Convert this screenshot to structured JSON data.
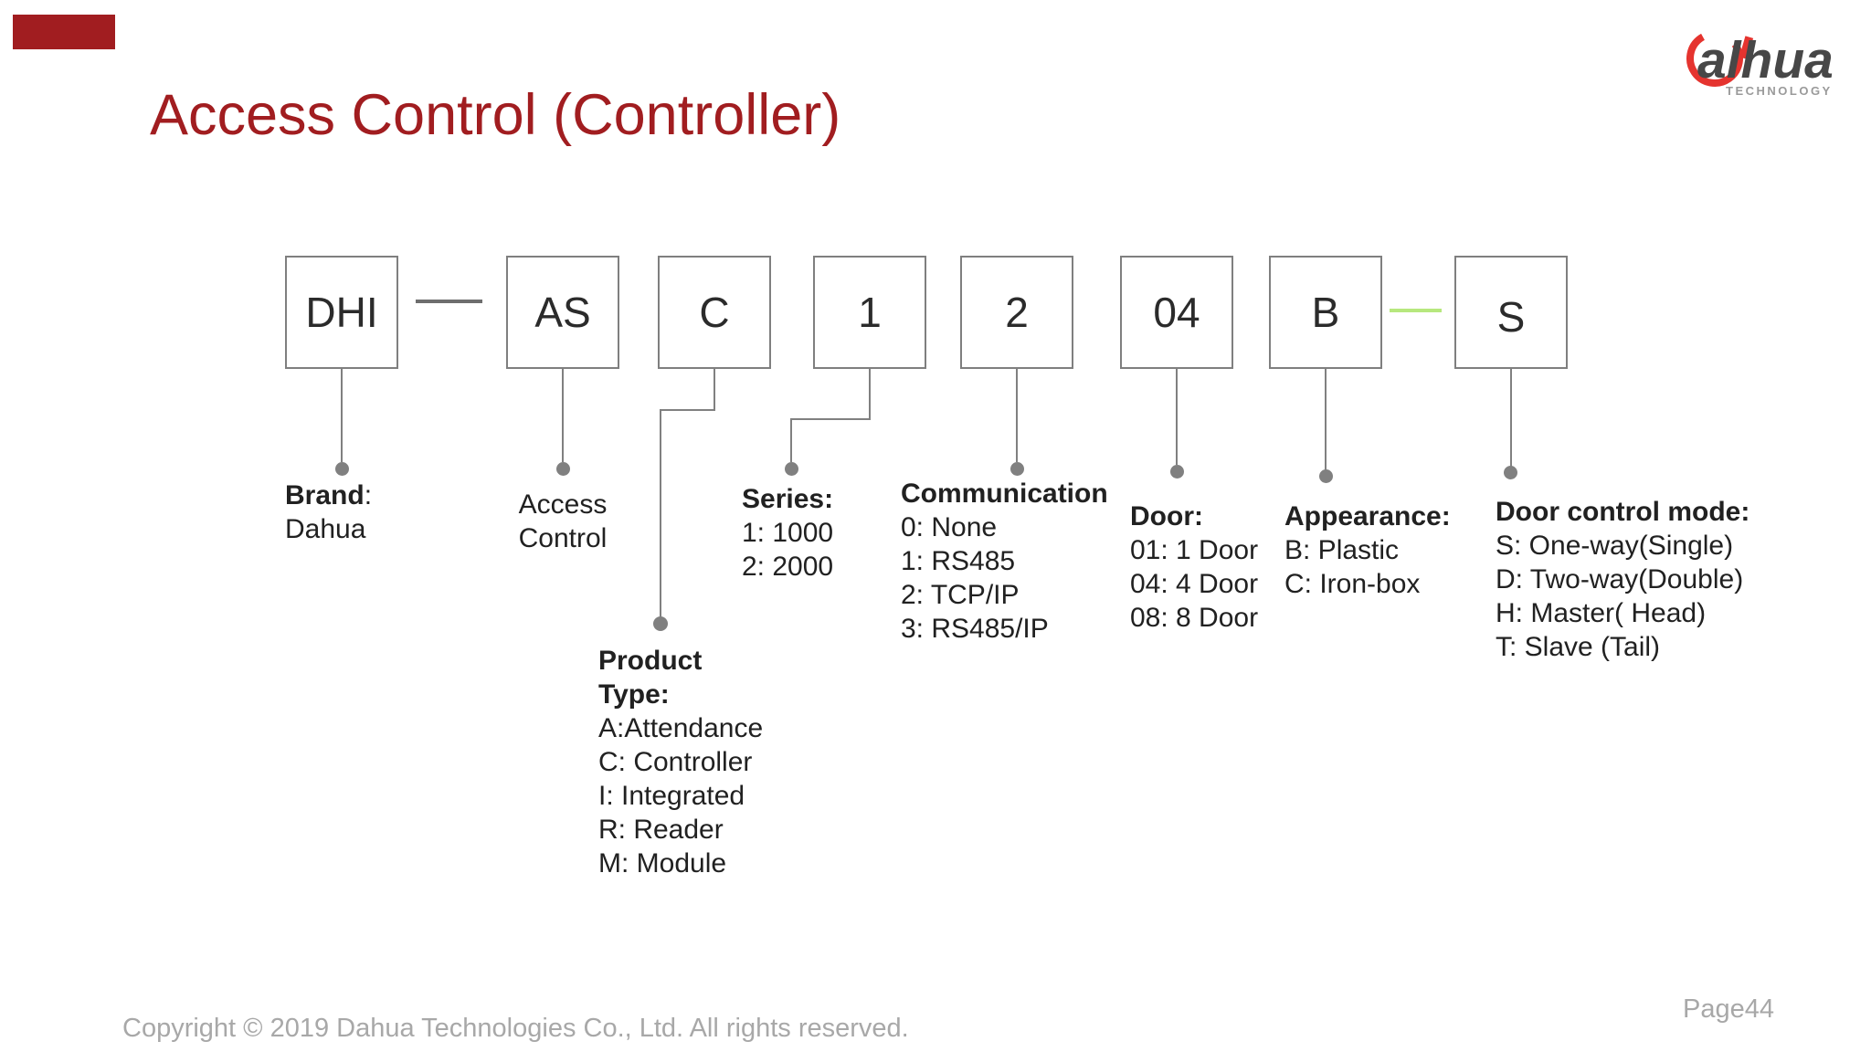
{
  "slide": {
    "title": "Access Control (Controller)",
    "copyright": "Copyright © 2019 Dahua Technologies Co., Ltd. All rights reserved.",
    "page_label": "Page44"
  },
  "logo": {
    "word": "alhua",
    "subtext": "TECHNOLOGY"
  },
  "colors": {
    "accent_red": "#a11d20",
    "logo_red": "#e5342f",
    "connector_gray": "#808080",
    "separator_dark_gray": "#6e6e6e",
    "separator_green": "#b7e87e",
    "footer_gray": "#a8a8a8",
    "text": "#212121"
  },
  "code": {
    "segments": [
      {
        "code": "DHI"
      },
      {
        "code": "AS"
      },
      {
        "code": "C"
      },
      {
        "code": "1"
      },
      {
        "code": "2"
      },
      {
        "code": "04"
      },
      {
        "code": "B"
      },
      {
        "code": "S"
      }
    ]
  },
  "legend": {
    "brand": {
      "title": "Brand",
      "colon": ":",
      "lines": [
        "Dahua"
      ]
    },
    "access": {
      "lines": [
        "Access",
        "Control"
      ]
    },
    "series": {
      "title": "Series:",
      "lines": [
        "1: 1000",
        "2: 2000"
      ]
    },
    "communication": {
      "title": "Communication",
      "lines": [
        "0: None",
        "1: RS485",
        "2: TCP/IP",
        "3: RS485/IP"
      ]
    },
    "door": {
      "title": "Door:",
      "lines": [
        "01: 1 Door",
        "04: 4 Door",
        "08: 8 Door"
      ]
    },
    "appearance": {
      "title": "Appearance:",
      "lines": [
        "B: Plastic",
        "C: Iron-box"
      ]
    },
    "door_control_mode": {
      "title": "Door control mode:",
      "lines": [
        "S: One-way(Single)",
        "D: Two-way(Double)",
        "H: Master( Head)",
        "T: Slave (Tail)"
      ]
    },
    "product_type": {
      "title_lines": [
        "Product",
        "Type:"
      ],
      "lines": [
        "A:Attendance",
        "C: Controller",
        "I: Integrated",
        "R: Reader",
        "M: Module"
      ]
    }
  }
}
